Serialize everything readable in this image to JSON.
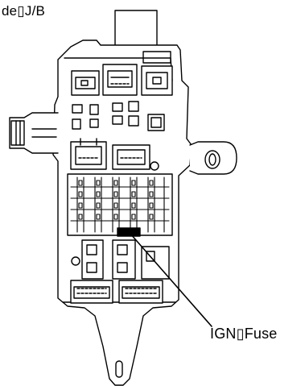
{
  "title": "de▯J/B",
  "callout_label": "IGN▯Fuse",
  "colors": {
    "line": "#000000",
    "fill": "#ffffff",
    "highlight": "#000000"
  },
  "icons": [
    "junction-block-diagram",
    "highlighted-fuse",
    "leader-line"
  ]
}
